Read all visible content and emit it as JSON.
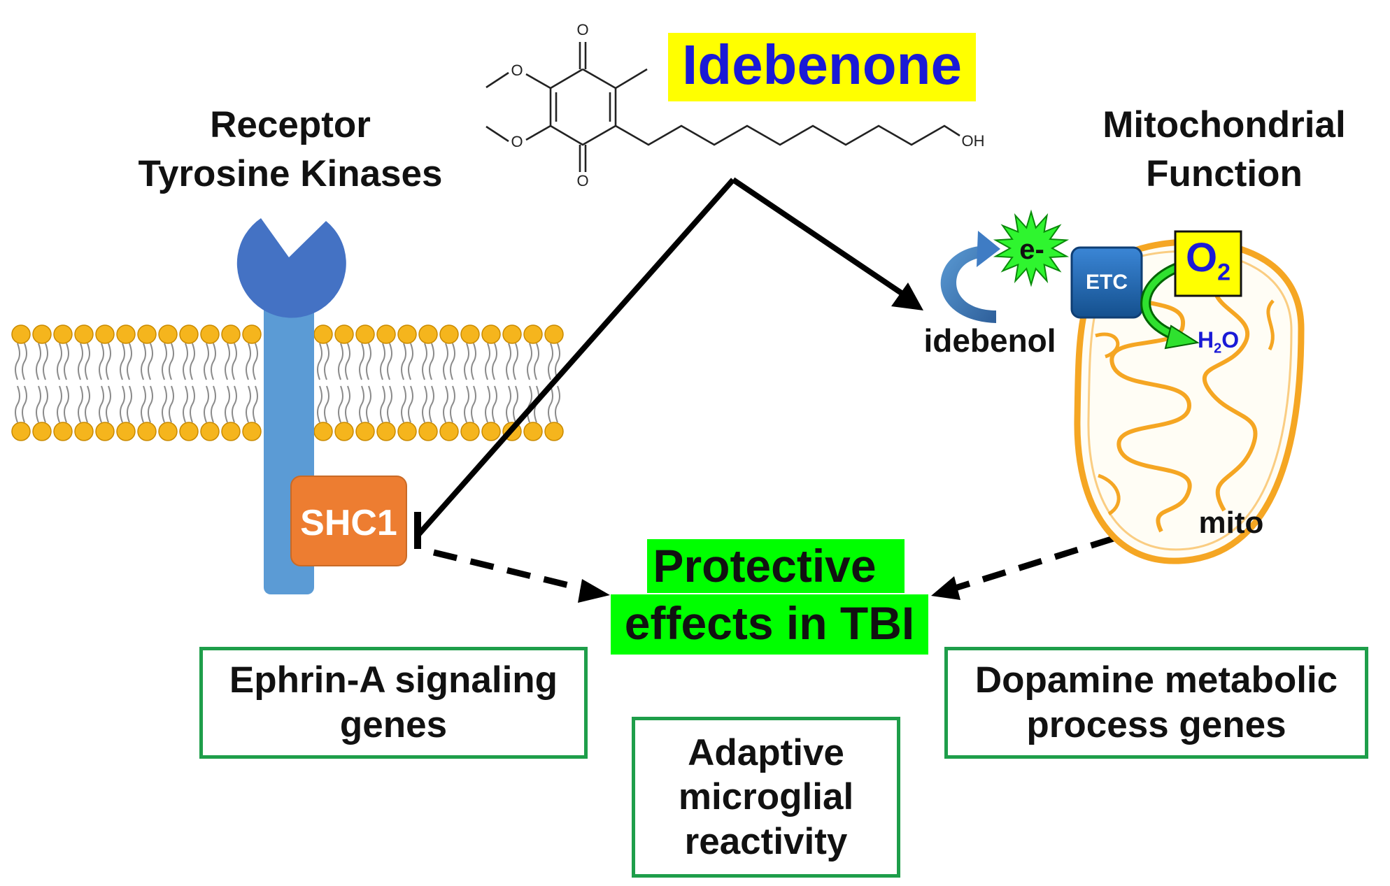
{
  "title": "Idebenone",
  "molecule": {
    "oh": "OH",
    "o_top": "O",
    "o_bottom": "O",
    "methoxy": "O"
  },
  "left_header": {
    "line1": "Receptor",
    "line2": "Tyrosine Kinases"
  },
  "right_header": {
    "line1": "Mitochondrial",
    "line2": "Function"
  },
  "shc1": "SHC1",
  "electron": "e-",
  "etc": "ETC",
  "oxygen": {
    "main": "O",
    "sub": "2"
  },
  "water": {
    "h": "H",
    "sub": "2",
    "o": "O"
  },
  "idebenol": "idebenol",
  "mito": "mito",
  "center": {
    "line1": "Protective",
    "line2": "effects in TBI"
  },
  "boxes": {
    "ephrin": "Ephrin-A signaling\ngenes",
    "microglia": "Adaptive\nmicroglial\nreactivity",
    "dopamine": "Dopamine metabolic\nprocess genes"
  },
  "colors": {
    "title_bg": "#ffff00",
    "title_text": "#1a1ad6",
    "center_bg": "#00ff00",
    "box_border": "#1e9e4a",
    "receptor": "#5b9bd5",
    "receptor_head": "#4472c4",
    "shc1": "#ed7d31",
    "lipid": "#f5b51d",
    "etc": "#1f5fa6",
    "mito": "#f5a623"
  }
}
